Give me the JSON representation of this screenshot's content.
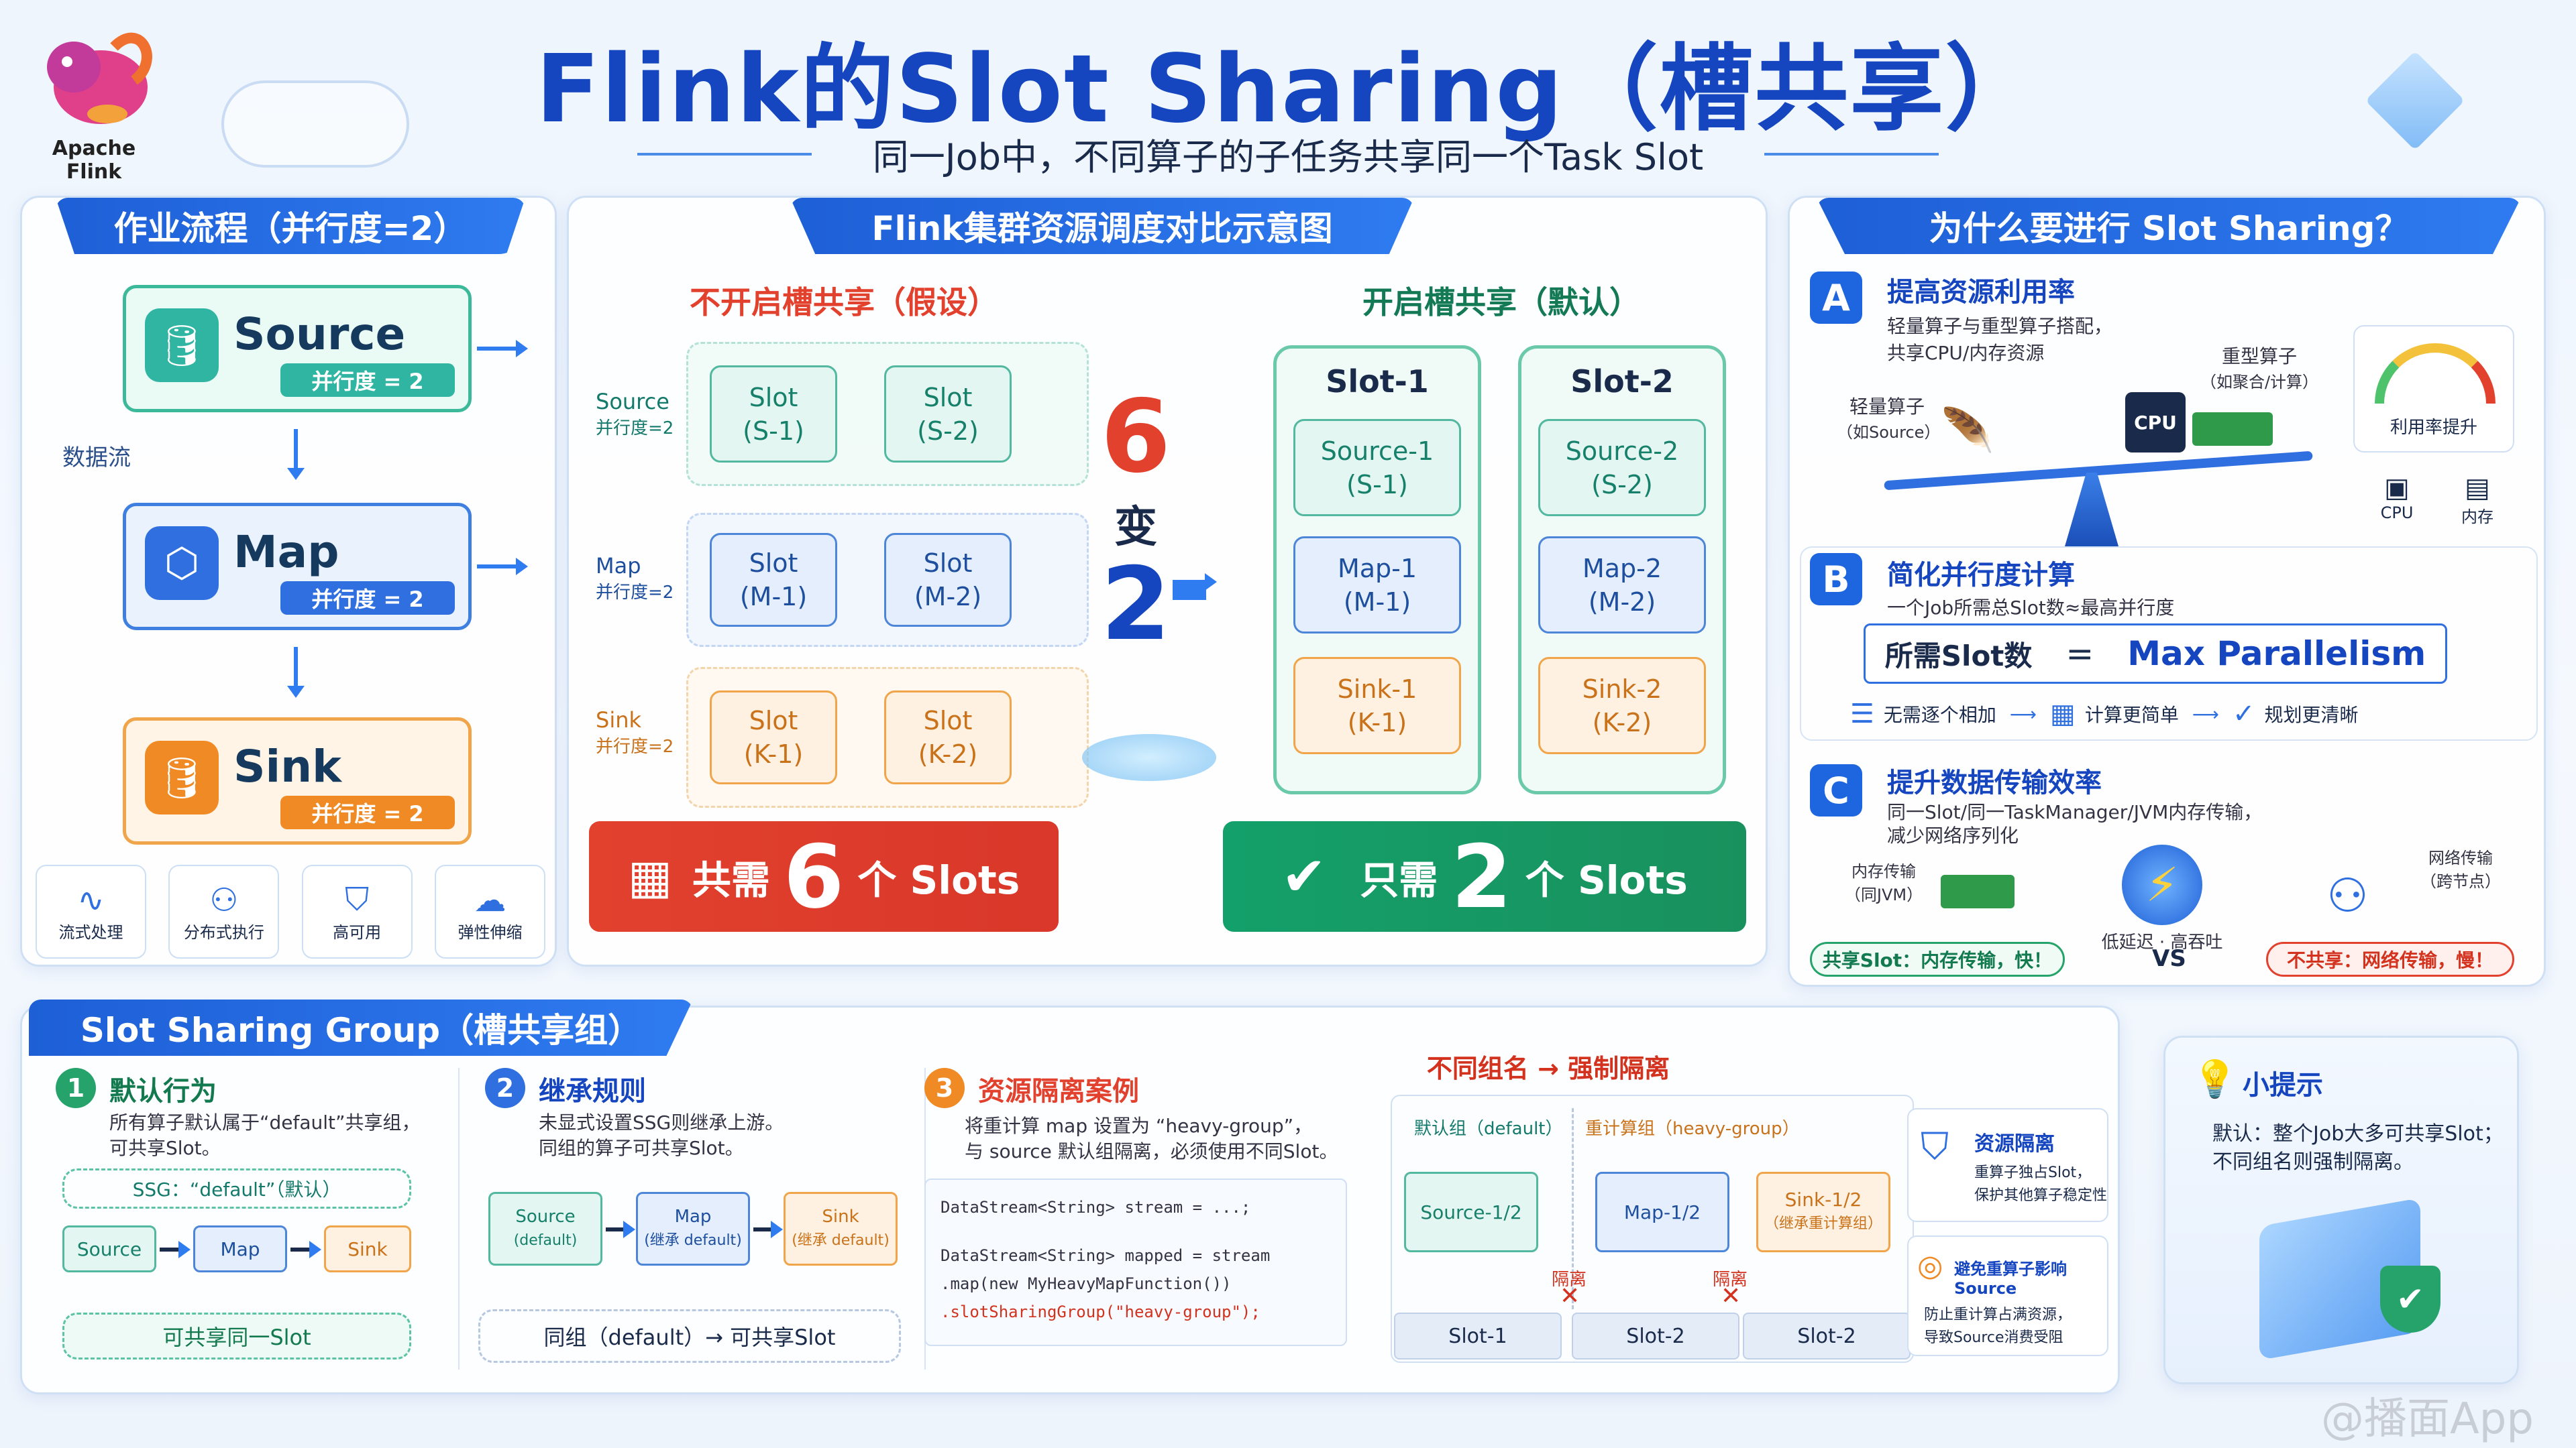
{
  "logo": {
    "name": "Apache Flink"
  },
  "title": "Flink的Slot Sharing（槽共享）",
  "subtitle": "同一Job中，不同算子的子任务共享同一个Task Slot",
  "left": {
    "title": "作业流程（并行度=2）",
    "flow_label": "数据流",
    "ops": [
      {
        "name": "Source",
        "badge": "并行度 = 2"
      },
      {
        "name": "Map",
        "badge": "并行度 = 2"
      },
      {
        "name": "Sink",
        "badge": "并行度 = 2"
      }
    ],
    "features": [
      "流式处理",
      "分布式执行",
      "高可用",
      "弹性伸缩"
    ]
  },
  "middle": {
    "title": "Flink集群资源调度对比示意图",
    "no_share_title": "不开启槽共享（假设）",
    "share_title": "开启槽共享（默认）",
    "rows": [
      {
        "label": "Source",
        "sub": "并行度=2",
        "slots": [
          [
            "Slot",
            "(S-1)"
          ],
          [
            "Slot",
            "(S-2)"
          ]
        ]
      },
      {
        "label": "Map",
        "sub": "并行度=2",
        "slots": [
          [
            "Slot",
            "(M-1)"
          ],
          [
            "Slot",
            "(M-2)"
          ]
        ]
      },
      {
        "label": "Sink",
        "sub": "并行度=2",
        "slots": [
          [
            "Slot",
            "(K-1)"
          ],
          [
            "Slot",
            "(K-2)"
          ]
        ]
      }
    ],
    "big_from": "6",
    "big_mid": "变",
    "big_to": "2",
    "shared_slots": [
      {
        "name": "Slot-1",
        "items": [
          [
            "Source-1",
            "(S-1)"
          ],
          [
            "Map-1",
            "(M-1)"
          ],
          [
            "Sink-1",
            "(K-1)"
          ]
        ]
      },
      {
        "name": "Slot-2",
        "items": [
          [
            "Source-2",
            "(S-2)"
          ],
          [
            "Map-2",
            "(M-2)"
          ],
          [
            "Sink-2",
            "(K-2)"
          ]
        ]
      }
    ],
    "need_prefix": "共需",
    "need_num": "6",
    "need_suffix": "个 Slots",
    "only_prefix": "只需",
    "only_num": "2",
    "only_suffix": "个 Slots"
  },
  "right": {
    "title": "为什么要进行 Slot Sharing？",
    "a": {
      "letter": "A",
      "title": "提高资源利用率",
      "desc1": "轻量算子与重型算子搭配，",
      "desc2": "共享CPU/内存资源",
      "light": "轻量算子",
      "light_sub": "（如Source）",
      "heavy": "重型算子",
      "heavy_sub": "（如聚合/计算）",
      "cpu": "CPU",
      "gauge": "利用率提升",
      "cpu_label": "CPU",
      "mem_label": "内存"
    },
    "b": {
      "letter": "B",
      "title": "简化并行度计算",
      "desc": "一个Job所需总Slot数≈最高并行度",
      "formula_l": "所需Slot数",
      "formula_eq": "=",
      "formula_r": "Max Parallelism",
      "s1": "无需逐个相加",
      "s2": "计算更简单",
      "s3": "规划更清晰"
    },
    "c": {
      "letter": "C",
      "title": "提升数据传输效率",
      "desc1": "同一Slot/同一TaskManager/JVM内存传输，",
      "desc2": "减少网络序列化",
      "mem": "内存传输",
      "mem_sub": "（同JVM）",
      "net": "网络传输",
      "net_sub": "（跨节点）",
      "mid": "低延迟 · 高吞吐",
      "good": "共享Slot：内存传输，快！",
      "vs": "VS",
      "bad": "不共享：网络传输，慢！"
    }
  },
  "bottom": {
    "title": "Slot Sharing Group（槽共享组）",
    "s1": {
      "n": "1",
      "title": "默认行为",
      "d1": "所有算子默认属于“default”共享组，",
      "d2": "可共享Slot。",
      "ssg": "SSG：“default”（默认）",
      "ops": [
        "Source",
        "Map",
        "Sink"
      ],
      "foot": "可共享同一Slot"
    },
    "s2": {
      "n": "2",
      "title": "继承规则",
      "d1": "未显式设置SSG则继承上游。",
      "d2": "同组的算子可共享Slot。",
      "ops": [
        [
          "Source",
          "(default)"
        ],
        [
          "Map",
          "(继承 default)"
        ],
        [
          "Sink",
          "(继承 default)"
        ]
      ],
      "foot": "同组（default）→ 可共享Slot"
    },
    "s3": {
      "n": "3",
      "title": "资源隔离案例",
      "d1": "将重计算 map 设置为 “heavy-group”，",
      "d2": "与 source 默认组隔离，必须使用不同Slot。",
      "code1": "DataStream<String> stream = ...;",
      "code2": "DataStream<String> mapped = stream",
      "code3": "  .map(new MyHeavyMapFunction())",
      "code4": "  .slotSharingGroup(\"heavy-group\");"
    },
    "iso": {
      "head": "不同组名 → 强制隔离",
      "g1": "默认组（default）",
      "g2": "重计算组（heavy-group）",
      "b1": "Source-1/2",
      "b2": "Map-1/2",
      "b3": "Sink-1/2",
      "b3s": "（继承重计算组）",
      "x": "隔离",
      "slots": [
        "Slot-1",
        "Slot-2",
        "Slot-2"
      ]
    },
    "side": {
      "t1": "资源隔离",
      "d1a": "重算子独占Slot，",
      "d1b": "保护其他算子稳定性",
      "t2": "避免重算子影响Source",
      "d2a": "防止重计算占满资源，",
      "d2b": "导致Source消费受阻"
    }
  },
  "tip": {
    "title": "小提示",
    "l1": "默认：整个Job大多可共享Slot；",
    "l2": "不同组名则强制隔离。"
  },
  "watermark": "@播面App",
  "colors": {
    "blue": "#1e5fd6",
    "green": "#1aa06e",
    "red": "#e2412e",
    "orange": "#f08a24"
  }
}
